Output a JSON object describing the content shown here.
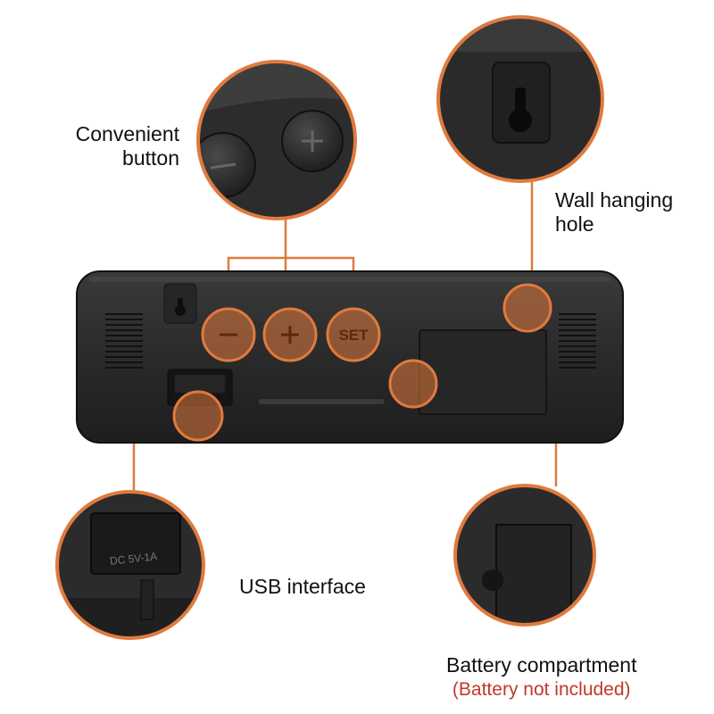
{
  "colors": {
    "accent": "#e07a3e",
    "device_body": "#2b2b2b",
    "background": "#ffffff",
    "note_text": "#c0392b"
  },
  "callouts": {
    "button": {
      "line1": "Convenient",
      "line2": "button"
    },
    "hole": {
      "line1": "Wall hanging",
      "line2": "hole"
    },
    "usb": {
      "label": "USB interface"
    },
    "battery": {
      "label": "Battery compartment",
      "note": "(Battery not included)"
    }
  },
  "device": {
    "buttons": [
      {
        "label": "−"
      },
      {
        "label": "+"
      },
      {
        "label": "SET"
      }
    ],
    "usb_port_label": "DC 5V-1A",
    "zoom_minus": "−",
    "zoom_plus": "+"
  },
  "icons": [
    "minus-icon",
    "plus-icon",
    "wall-hole-icon",
    "usb-port-icon",
    "battery-door-icon"
  ]
}
